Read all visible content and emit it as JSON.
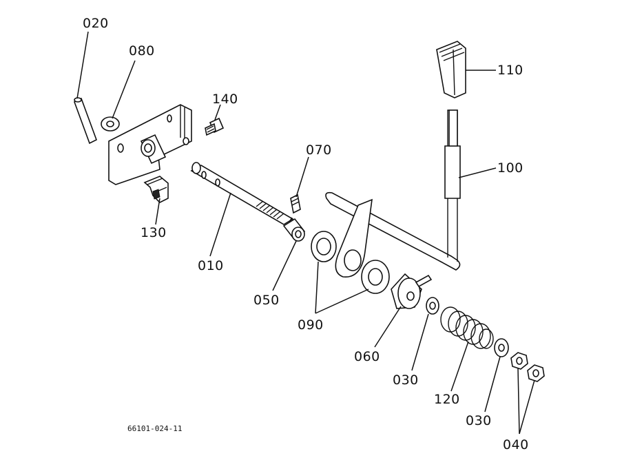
{
  "labels": {
    "l020": "020",
    "l080": "080",
    "l140": "140",
    "l070": "070",
    "l110": "110",
    "l100": "100",
    "l130": "130",
    "l010": "010",
    "l050": "050",
    "l090": "090",
    "l060": "060",
    "l030a": "030",
    "l120": "120",
    "l030b": "030",
    "l040": "040"
  },
  "drawing_code": "66101-024-11"
}
